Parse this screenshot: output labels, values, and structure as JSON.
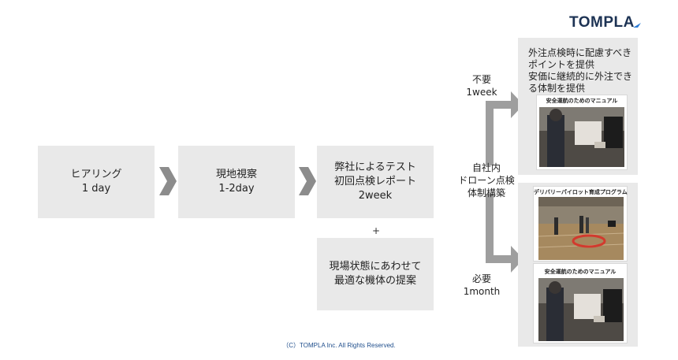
{
  "brand": {
    "name": "TOMPLA",
    "color": "#1d3354"
  },
  "steps": [
    {
      "lines": [
        "ヒアリング",
        "1 day"
      ]
    },
    {
      "lines": [
        "現地視察",
        "1-2day"
      ]
    },
    {
      "lines": [
        "弊社によるテスト",
        "初回点検レポート",
        "2week"
      ]
    }
  ],
  "proposal": {
    "plus": "+",
    "lines": [
      "現場状態にあわせて",
      "最適な機体の提案"
    ]
  },
  "decision": {
    "lines": [
      "自社内",
      "ドローン点検",
      "体制構築"
    ]
  },
  "branch_top": {
    "lines": [
      "不要",
      "1week"
    ]
  },
  "branch_bottom": {
    "lines": [
      "必要",
      "1month"
    ]
  },
  "panel_top": {
    "lines": [
      "外注点検時に配慮すべき",
      "ポイントを提供",
      "安価に継続的に外注でき",
      "る体制を提供"
    ],
    "card_title": "安全運航のためのマニュアル"
  },
  "panel_bottom": {
    "card1_title": "デリバリーパイロット育成プログラム",
    "card2_title": "安全運航のためのマニュアル"
  },
  "footer": "（C）TOMPLA Inc.  All Rights Reserved.",
  "colors": {
    "box": "#e9e9e9",
    "arrow": "#9e9e9e",
    "chevron": "#8c8c8c",
    "footer": "#1f4e8c"
  }
}
